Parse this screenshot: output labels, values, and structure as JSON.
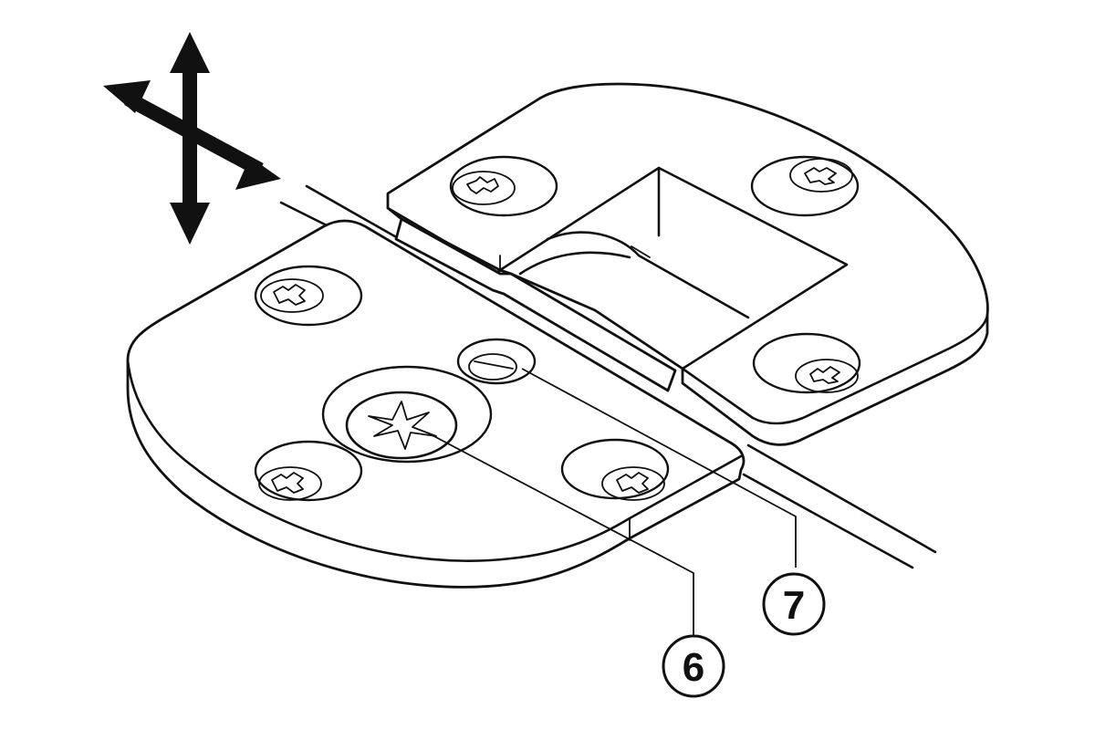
{
  "diagram": {
    "callouts": [
      {
        "id": "6",
        "label": "6"
      },
      {
        "id": "7",
        "label": "7"
      }
    ],
    "symbols": {
      "crossed_arrows": "cross-out-adjustment-icon"
    },
    "colors": {
      "line": "#111111",
      "background": "#ffffff"
    }
  }
}
